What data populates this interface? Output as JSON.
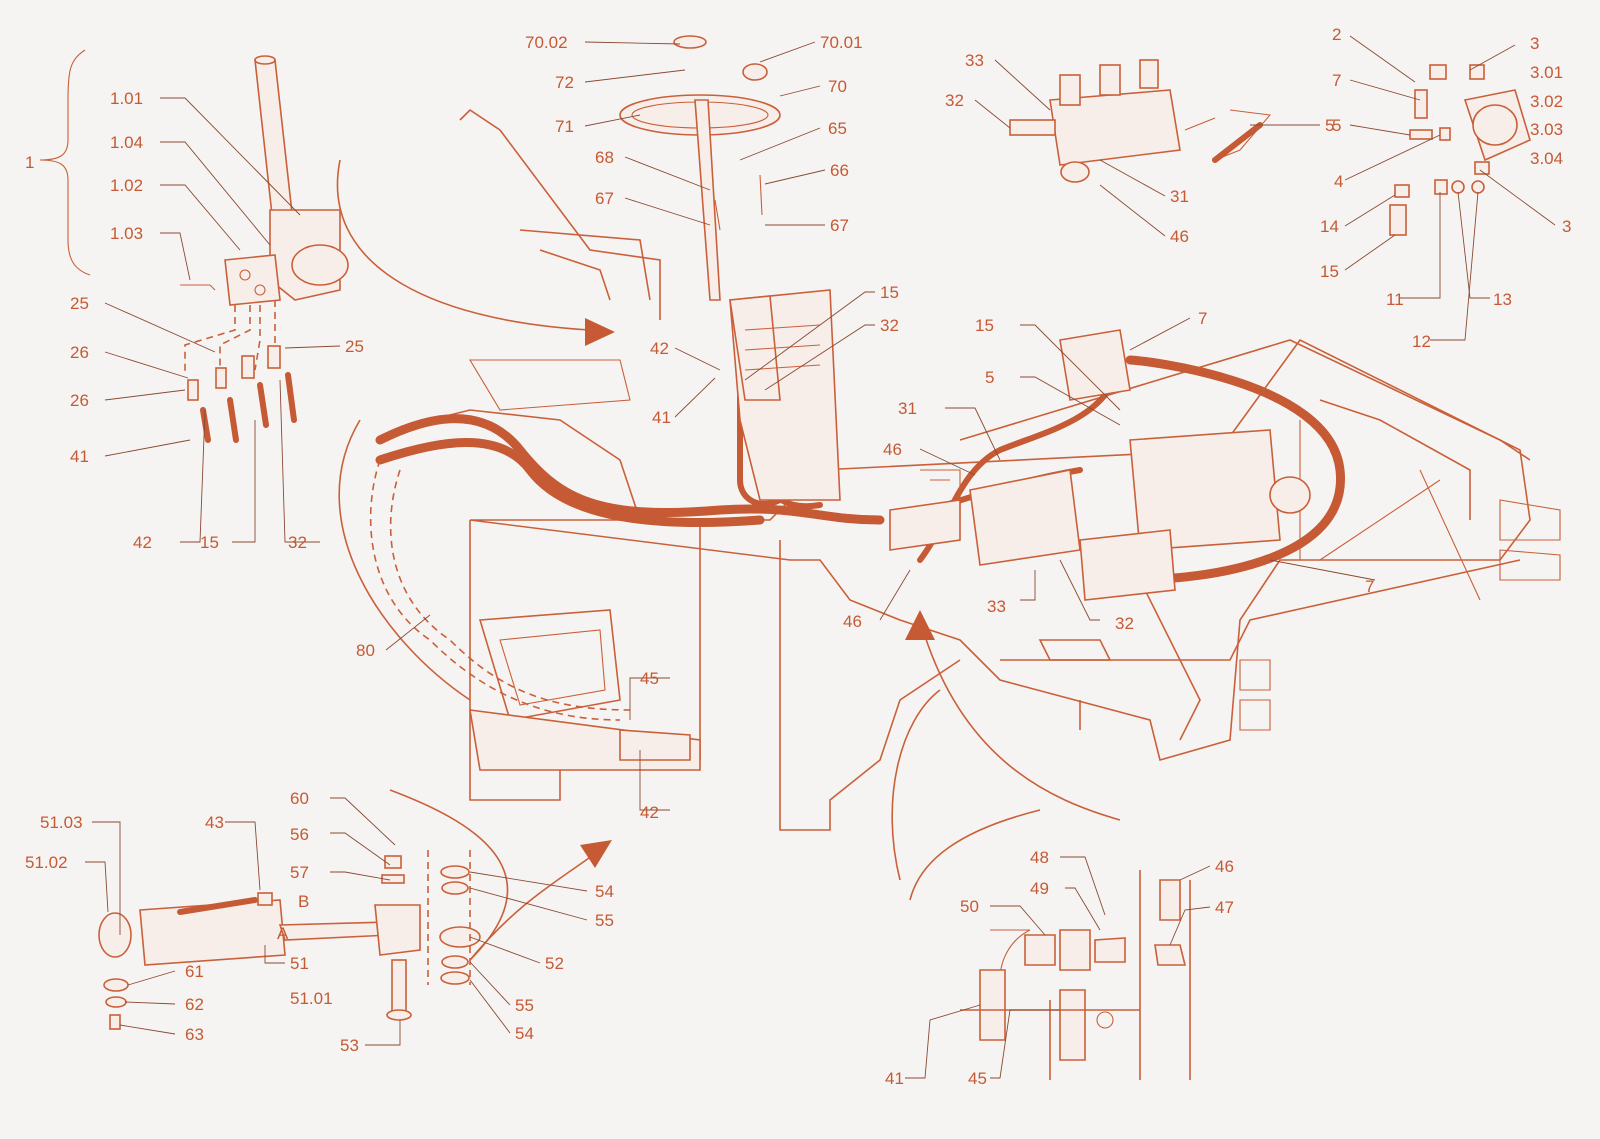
{
  "colors": {
    "background": "#f6f4f2",
    "line": "#c9603a",
    "label": "#c55a34"
  },
  "labels": {
    "l1": "1",
    "l1_01": "1.01",
    "l1_04": "1.04",
    "l1_02": "1.02",
    "l1_03": "1.03",
    "l25a": "25",
    "l25b": "25",
    "l26a": "26",
    "l26b": "26",
    "l41a": "41",
    "l42a": "42",
    "l15a": "15",
    "l32a": "32",
    "l70_02": "70.02",
    "l70_01": "70.01",
    "l72": "72",
    "l70": "70",
    "l71": "71",
    "l65": "65",
    "l68": "68",
    "l66": "66",
    "l67a": "67",
    "l67b": "67",
    "l15b": "15",
    "l32b": "32",
    "l42b": "42",
    "l41b": "41",
    "l33a": "33",
    "l32c": "32",
    "l31a": "31",
    "l46a": "46",
    "l5a": "5",
    "l2": "2",
    "l3a": "3",
    "l3_01": "3.01",
    "l7a": "7",
    "l3_02": "3.02",
    "l5b": "5",
    "l3_03": "3.03",
    "l3_04": "3.04",
    "l4": "4",
    "l14": "14",
    "l3b": "3",
    "l15c": "15",
    "l11": "11",
    "l13": "13",
    "l12": "12",
    "l7b": "7",
    "l15d": "15",
    "l5c": "5",
    "l31b": "31",
    "l46b": "46",
    "l7c": "7",
    "l46c": "46",
    "l33b": "33",
    "l32d": "32",
    "l80": "80",
    "l45a": "45",
    "l42c": "42",
    "l60": "60",
    "l56": "56",
    "l57": "57",
    "l51_03": "51.03",
    "l43": "43",
    "l51_02": "51.02",
    "l54a": "54",
    "l55a": "55",
    "lB": "B",
    "lA": "A",
    "l52": "52",
    "l51": "51",
    "l51_01": "51.01",
    "l61": "61",
    "l55b": "55",
    "l62": "62",
    "l54b": "54",
    "l63": "63",
    "l53": "53",
    "l48": "48",
    "l46d": "46",
    "l49": "49",
    "l50": "50",
    "l47": "47",
    "l41c": "41",
    "l45b": "45"
  }
}
